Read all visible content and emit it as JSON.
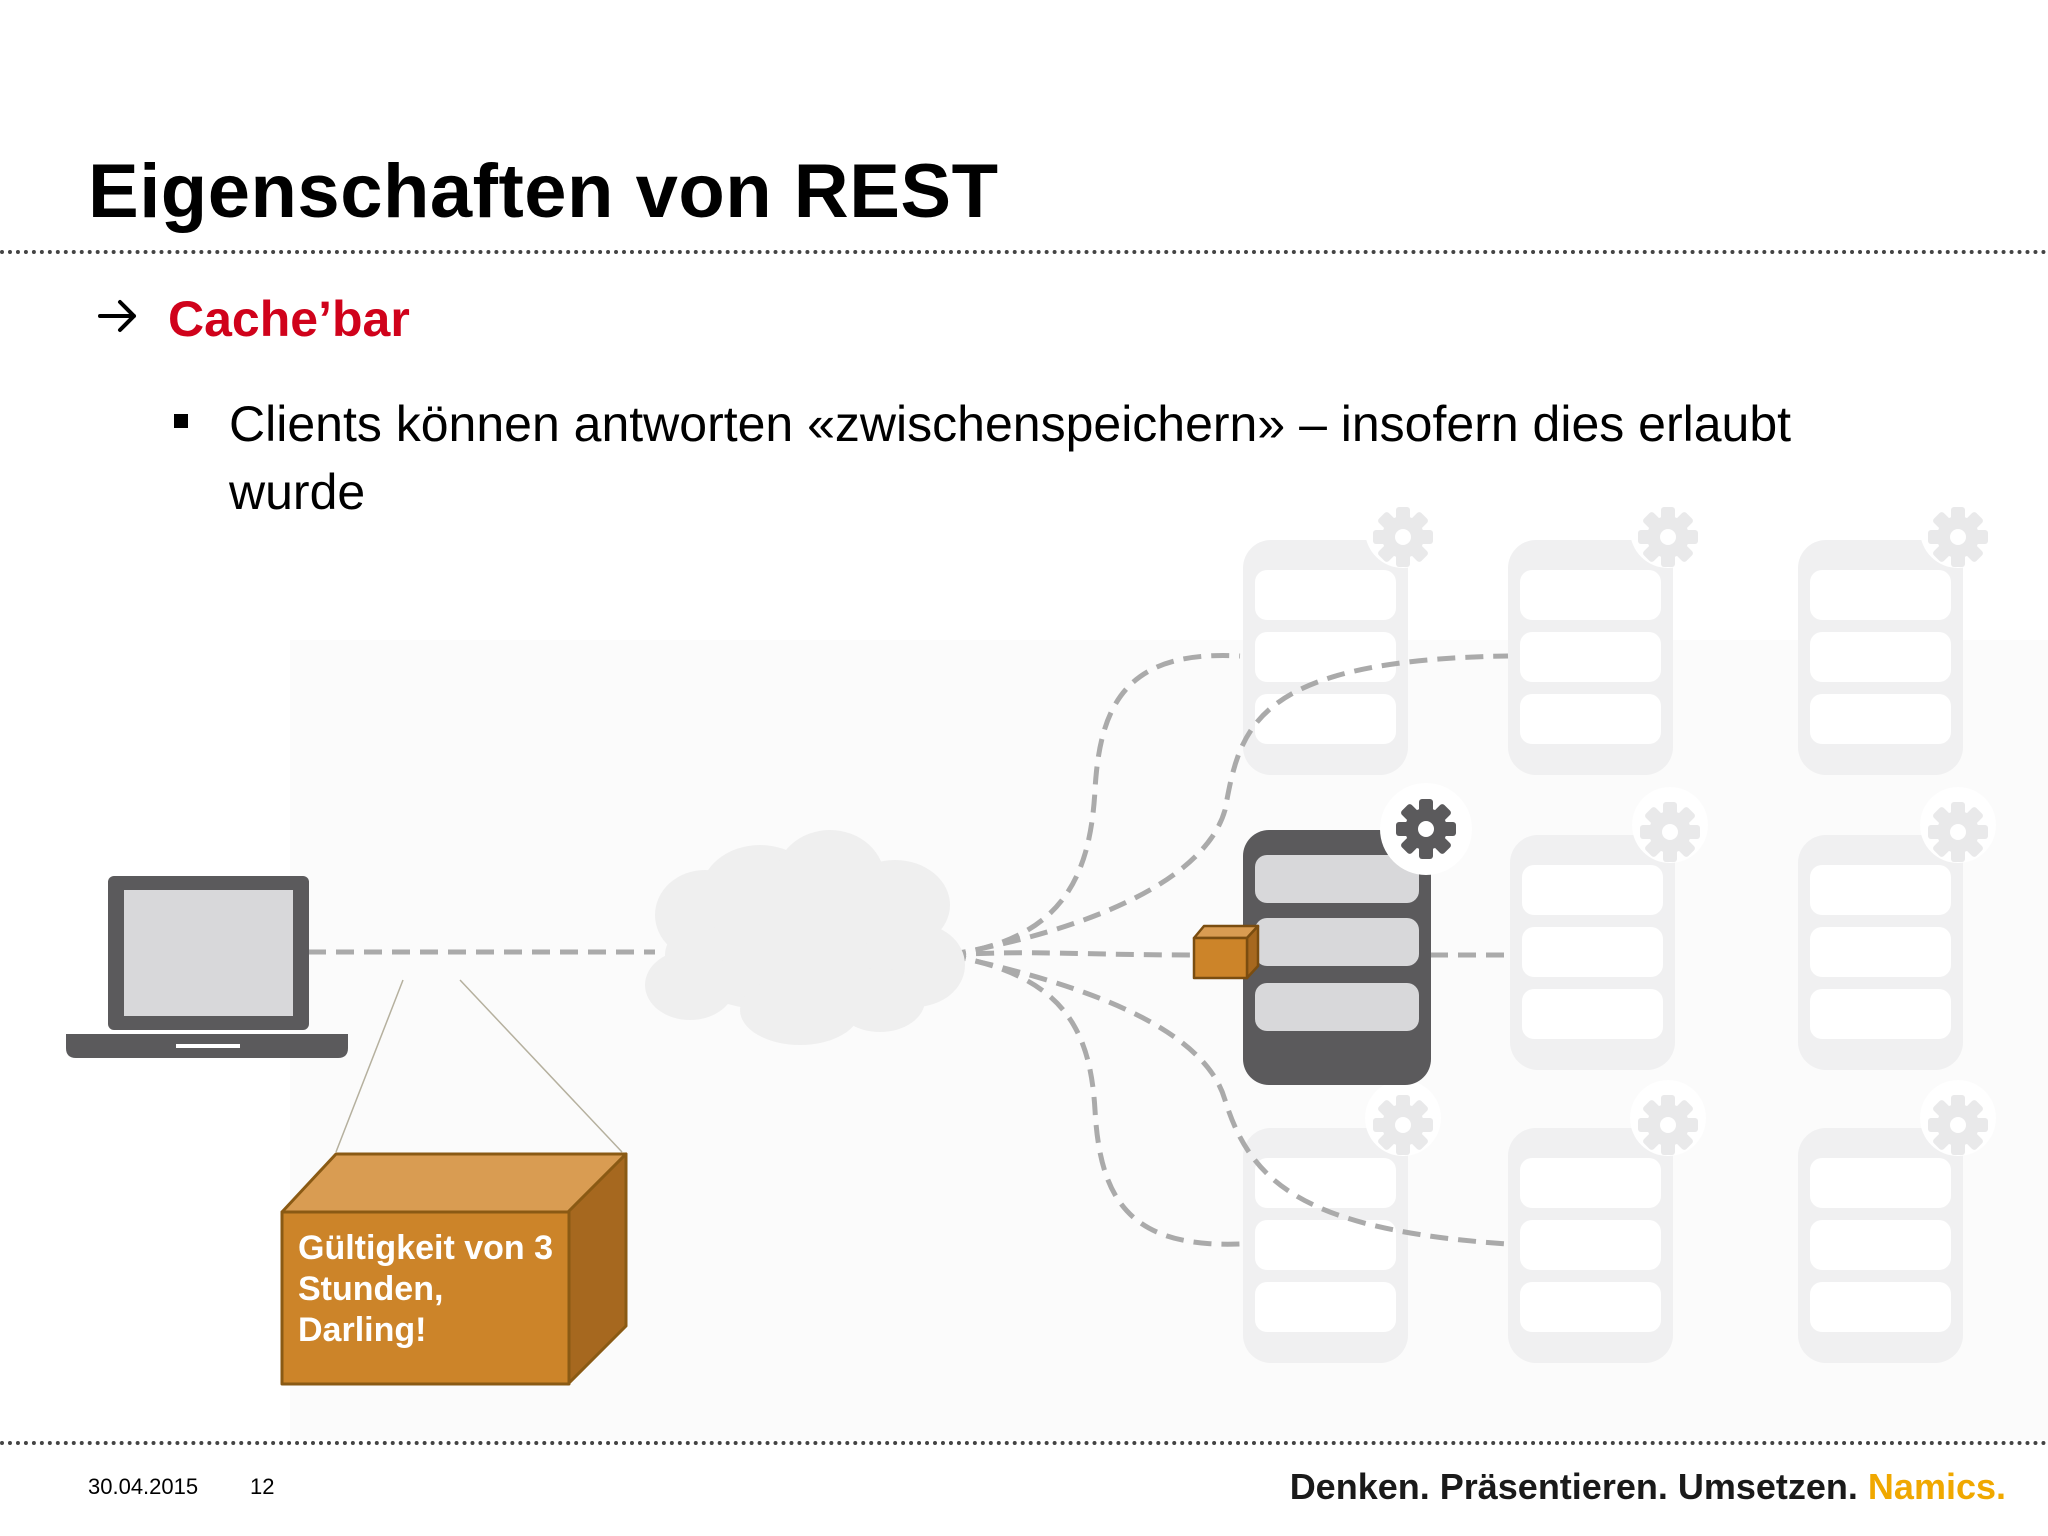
{
  "slide": {
    "title": "Eigenschaften von REST",
    "subheading": "Cache’bar",
    "bullet": "Clients können antworten «zwischenspeichern» – insofern dies erlaubt wurde"
  },
  "diagram": {
    "box_label": "Gültigkeit von 3 Stunden, Darling!",
    "colors": {
      "accent_red": "#d0021b",
      "server_dark": "#5b5a5c",
      "server_slot": "#d8d8da",
      "server_faded": "#eeeeef",
      "box_front": "#cc8429",
      "box_top": "#d99c52",
      "box_side": "#a6681f",
      "box_border": "#8a5a14",
      "connector": "#aaaaaa",
      "cloud": "#efefef"
    },
    "icons": [
      "laptop-icon",
      "cloud-icon",
      "server-icon",
      "gear-icon",
      "cache-box-icon"
    ]
  },
  "footer": {
    "date": "30.04.2015",
    "page_number": "12",
    "slogan": "Denken. Präsentieren. Umsetzen.",
    "brand": "Namics."
  }
}
